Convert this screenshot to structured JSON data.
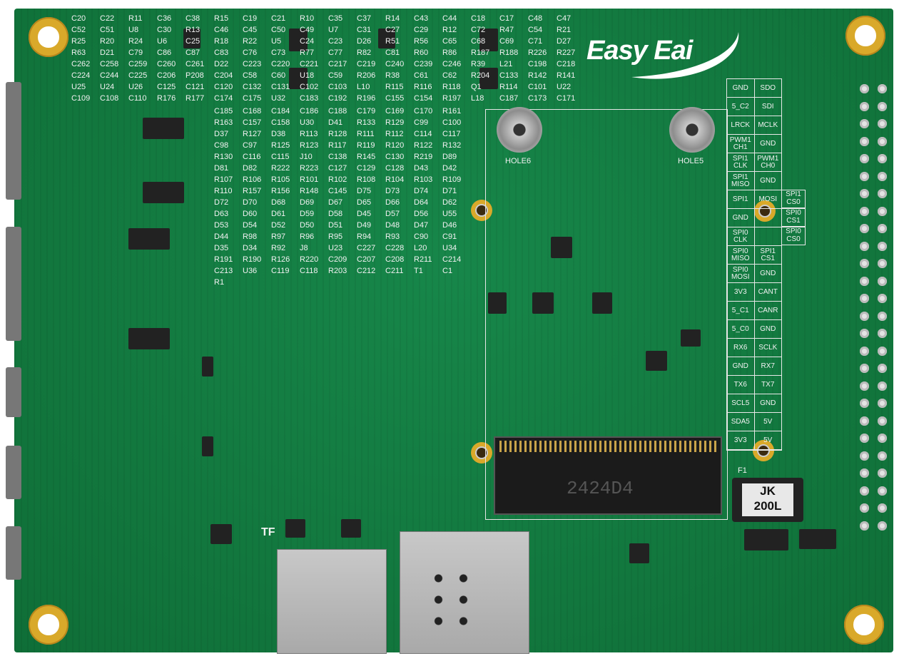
{
  "logo": {
    "text": "Easy Eai"
  },
  "connector_marking": "2424D4",
  "fuse": {
    "ref": "F1",
    "line1": "JK",
    "line2": "200L"
  },
  "holes": [
    "HOLE6",
    "HOLE5"
  ],
  "tf_label": "TF",
  "pin_table": [
    [
      "GND",
      "SDO"
    ],
    [
      "5_C2",
      "SDI"
    ],
    [
      "LRCK",
      "MCLK"
    ],
    [
      "PWM1 CH1",
      "GND"
    ],
    [
      "SPI1 CLK",
      "PWM1 CH0"
    ],
    [
      "SPI1 MISO",
      "GND"
    ],
    [
      "SPI1",
      "MOSI"
    ],
    [
      "GND",
      ""
    ],
    [
      "SPI0 CLK",
      ""
    ],
    [
      "SPI0 MISO",
      "SPI1 CS1"
    ],
    [
      "SPI0 MOSI",
      "GND"
    ],
    [
      "3V3",
      "CANT"
    ],
    [
      "5_C1",
      "CANR"
    ],
    [
      "5_C0",
      "GND"
    ],
    [
      "RX6",
      "SCLK"
    ],
    [
      "GND",
      "RX7"
    ],
    [
      "TX6",
      "TX7"
    ],
    [
      "SCL5",
      "GND"
    ],
    [
      "SDA5",
      "5V"
    ],
    [
      "3V3",
      "5V"
    ]
  ],
  "pin_side": [
    "SPI1 CS0",
    "SPI0 CS1",
    "SPI0 CS0"
  ],
  "components": [
    "C20",
    "C22",
    "R11",
    "C36",
    "C38",
    "R15",
    "C19",
    "C21",
    "R10",
    "C35",
    "C37",
    "R14",
    "C43",
    "C44",
    "C18",
    "C17",
    "C48",
    "C47",
    "C52",
    "C51",
    "U8",
    "C30",
    "R13",
    "C46",
    "C45",
    "C50",
    "C49",
    "U7",
    "C31",
    "C27",
    "C29",
    "R12",
    "C72",
    "R47",
    "C54",
    "R21",
    "R25",
    "R20",
    "R24",
    "U6",
    "C25",
    "R18",
    "R22",
    "U5",
    "C24",
    "C23",
    "D26",
    "R51",
    "R56",
    "C65",
    "C68",
    "C69",
    "C71",
    "D27",
    "R63",
    "D21",
    "C79",
    "C86",
    "C87",
    "C83",
    "C76",
    "C73",
    "R77",
    "C77",
    "R82",
    "C81",
    "R60",
    "R86",
    "R187",
    "R188",
    "R226",
    "R227",
    "C262",
    "C258",
    "C259",
    "C260",
    "C261",
    "D22",
    "C223",
    "C220",
    "C221",
    "C217",
    "C219",
    "C240",
    "C239",
    "C246",
    "R39",
    "L21",
    "C198",
    "C218",
    "C224",
    "C244",
    "C225",
    "C206",
    "P208",
    "C204",
    "C58",
    "C60",
    "U18",
    "C59",
    "R206",
    "R38",
    "C61",
    "C62",
    "R204",
    "C133",
    "R142",
    "R141",
    "U25",
    "U24",
    "U26",
    "C125",
    "C121",
    "C120",
    "C132",
    "C131",
    "C102",
    "C103",
    "L10",
    "R115",
    "R116",
    "R118",
    "Q1",
    "R114",
    "C101",
    "U22",
    "C109",
    "C108",
    "C110",
    "R176",
    "R177",
    "C174",
    "C175",
    "U32",
    "C183",
    "C192",
    "R196",
    "C155",
    "C154",
    "R197",
    "L18",
    "C187",
    "C173",
    "C171",
    "C185",
    "C168",
    "C184",
    "C186",
    "C188",
    "C179",
    "C169",
    "C170",
    "R161",
    "R163",
    "C157",
    "C158",
    "U30",
    "D41",
    "R133",
    "R129",
    "C99",
    "C100",
    "D37",
    "R127",
    "D38",
    "R113",
    "R128",
    "R111",
    "R112",
    "C114",
    "C117",
    "C98",
    "C97",
    "R125",
    "R123",
    "R117",
    "R119",
    "R120",
    "R122",
    "R132",
    "R130",
    "C116",
    "C115",
    "J10",
    "C138",
    "R145",
    "C130",
    "R219",
    "D89",
    "D81",
    "D82",
    "R222",
    "R223",
    "C127",
    "C129",
    "C128",
    "D43",
    "D42",
    "R107",
    "R106",
    "R105",
    "R101",
    "R102",
    "R108",
    "R104",
    "R103",
    "R109",
    "R110",
    "R157",
    "R156",
    "R148",
    "C145",
    "D75",
    "D73",
    "D74",
    "D71",
    "D72",
    "D70",
    "D68",
    "D69",
    "D67",
    "D65",
    "D66",
    "D64",
    "D62",
    "D63",
    "D60",
    "D61",
    "D59",
    "D58",
    "D45",
    "D57",
    "D56",
    "U55",
    "D53",
    "D54",
    "D52",
    "D50",
    "D51",
    "D49",
    "D48",
    "D47",
    "D46",
    "D44",
    "R98",
    "R97",
    "R96",
    "R95",
    "R94",
    "R93",
    "C90",
    "C91",
    "D35",
    "D34",
    "R92",
    "J8",
    "U23",
    "C227",
    "C228",
    "L20",
    "U34",
    "R191",
    "R190",
    "R126",
    "R220",
    "C209",
    "C207",
    "C208",
    "R211",
    "C214",
    "C213",
    "U36",
    "C119",
    "C118",
    "R203",
    "C212",
    "C211",
    "T1",
    "C1",
    "R1"
  ]
}
